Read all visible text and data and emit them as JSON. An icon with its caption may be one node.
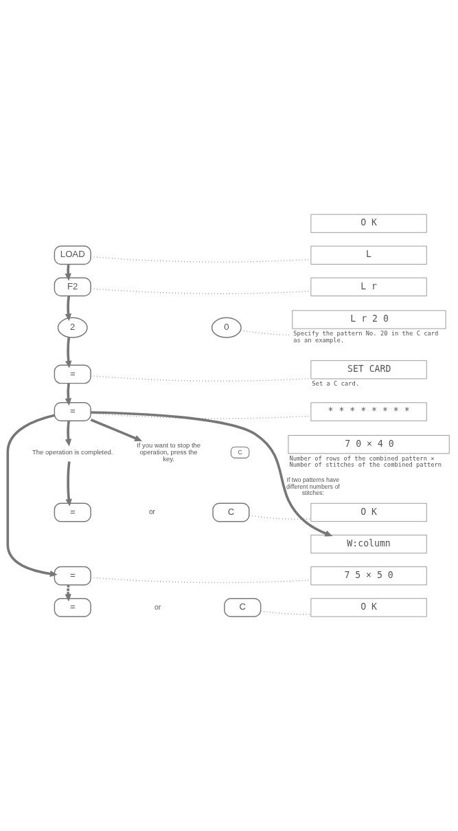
{
  "diagram": {
    "nodes": [
      {
        "text": [
          "O K"
        ]
      },
      {
        "text": [
          "LOAD"
        ]
      },
      {
        "text": [
          "L"
        ]
      },
      {
        "text": [
          "F2"
        ]
      },
      {
        "text": [
          "L r"
        ]
      },
      {
        "text": [
          "2"
        ]
      },
      {
        "text": [
          "0"
        ]
      },
      {
        "text": [
          "L r 2 0"
        ],
        "beside": [
          "Specify the pattern No. 20 in the C card as an example."
        ]
      },
      {
        "text": [
          "="
        ]
      },
      {
        "text": [
          "SET CARD"
        ],
        "beside": [
          "Set a C card."
        ]
      },
      {
        "text": [
          "="
        ]
      },
      {
        "text": [
          "* * * * * * * *"
        ]
      },
      {
        "text": [
          "The operation is completed."
        ]
      },
      {
        "text": [
          "7 0 × 4 0"
        ],
        "beside": [
          "Number of rows of the combined pattern × Number of stitches of the combined pattern"
        ]
      },
      {
        "text": [
          "="
        ]
      },
      {
        "text": [
          "C"
        ]
      },
      {
        "text": [
          "O K"
        ]
      },
      {
        "text": [
          "W:column"
        ]
      },
      {
        "text": [
          "If you want to stop the operation, press the",
          "key."
        ]
      },
      {
        "text": [
          "C"
        ]
      },
      {
        "text": [
          "="
        ]
      },
      {
        "text": [
          "7 5 × 5 0"
        ]
      },
      {
        "text": [
          "="
        ]
      },
      {
        "text": [
          "C"
        ]
      },
      {
        "text": [
          "O K"
        ]
      }
    ],
    "edges": [
      {
        "from": 1,
        "to": 2,
        "arrow": "none",
        "style": "dashed"
      },
      {
        "from": 1,
        "to": 3,
        "arrow": "to"
      },
      {
        "from": 3,
        "to": 4,
        "arrow": "none",
        "style": "dashed"
      },
      {
        "from": 3,
        "to": 5,
        "arrow": "to"
      },
      {
        "from": 6,
        "to": 7,
        "arrow": "none",
        "style": "dashed"
      },
      {
        "from": 5,
        "to": 8,
        "arrow": "to"
      },
      {
        "from": 8,
        "to": 9,
        "arrow": "none",
        "style": "dashed"
      },
      {
        "from": 8,
        "to": 10,
        "arrow": "to"
      },
      {
        "from": 10,
        "to": 11,
        "arrow": "none",
        "style": "dashed"
      },
      {
        "from": 10,
        "to": 12,
        "arrow": "to"
      },
      {
        "from": 12,
        "to": 14,
        "arrow": "to"
      },
      {
        "from": 15,
        "to": 16,
        "arrow": "none",
        "style": "dashed"
      },
      {
        "from": 10,
        "to": 17,
        "arrow": "to",
        "label": "If two patterns have different numbers of stitches:"
      },
      {
        "from": 10,
        "to": 18,
        "arrow": "to"
      },
      {
        "from": 10,
        "to": 20,
        "arrow": "to"
      },
      {
        "from": 20,
        "to": 21,
        "arrow": "none",
        "style": "dashed"
      },
      {
        "from": 20,
        "to": 22,
        "arrow": "to",
        "style": "dashed"
      },
      {
        "from": 23,
        "to": 24,
        "arrow": "none",
        "style": "dashed"
      }
    ],
    "labels": [
      "or",
      "or"
    ]
  }
}
